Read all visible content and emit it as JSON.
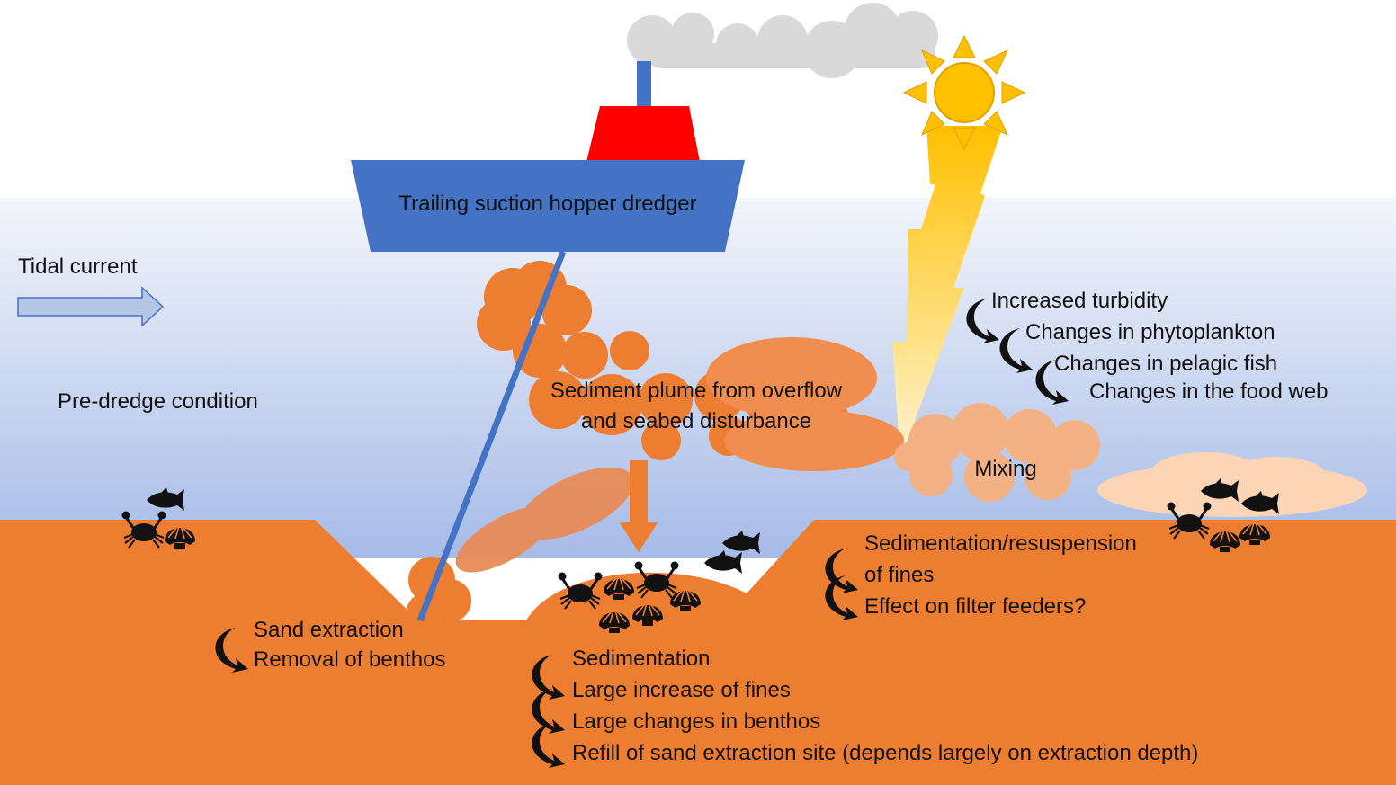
{
  "ship": {
    "label": "Trailing suction hopper dredger"
  },
  "current": {
    "label": "Tidal current"
  },
  "pre_dredge": {
    "label": "Pre-dredge condition"
  },
  "plume": {
    "lines": [
      "Sediment plume from overflow",
      "and seabed disturbance"
    ]
  },
  "mixing": {
    "label": "Mixing"
  },
  "turbidity_chain": [
    "Increased turbidity",
    "Changes in phytoplankton",
    "Changes in pelagic fish",
    "Changes in the food web"
  ],
  "fines_effects": [
    "Sedimentation/resuspension",
    "of fines",
    "Effect on filter feeders?"
  ],
  "extraction_effects": [
    "Sand extraction",
    "Removal of benthos"
  ],
  "deposition_effects": [
    "Sedimentation",
    "Large increase of fines",
    "Large changes in benthos",
    "Refill of sand extraction site (depends largely on extraction depth)"
  ],
  "colors": {
    "sea_top": "#f2f4fb",
    "sea_bottom": "#a9bde8",
    "seabed": "#ed7d31",
    "ship_hull": "#4472c4",
    "ship_cabin": "#ff0000",
    "plume": "#ed7d31",
    "plume_faint": "#f4b183",
    "mixing_cloud": "#f4b183",
    "far_cloud": "#fbd5b5",
    "smoke_cloud": "#d9d9d9",
    "sun": "#ffc000",
    "arrow_current": "#b4c7e7"
  }
}
